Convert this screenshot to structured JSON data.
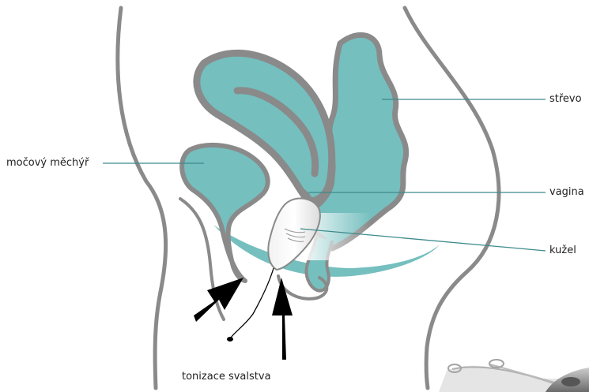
{
  "labels": {
    "bladder": "močový měchýř",
    "bowel": "střevo",
    "vagina": "vagina",
    "cone": "kužel",
    "muscles": "tonizace svalstva"
  },
  "colors": {
    "organ_fill": "#75bfbf",
    "outline": "#8a8a8a",
    "leader": "#3d8a8c",
    "arrow": "#000000"
  }
}
